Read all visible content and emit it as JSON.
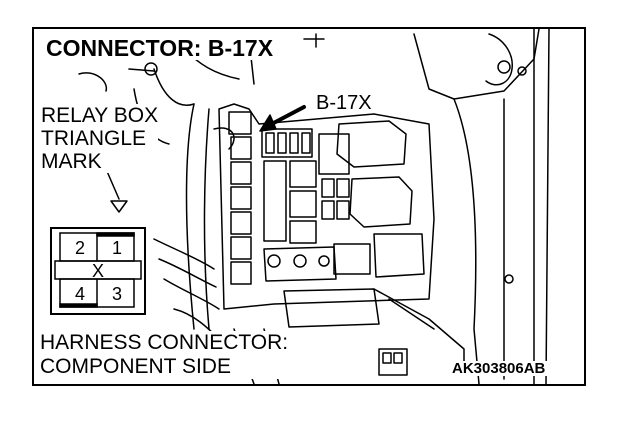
{
  "title": "CONNECTOR: B-17X",
  "relay_box_label": [
    "RELAY BOX",
    "TRIANGLE",
    "MARK"
  ],
  "connector_ref": "B-17X",
  "harness_label": [
    "HARNESS CONNECTOR:",
    "COMPONENT SIDE"
  ],
  "figure_code": "AK303806AB",
  "connector_pins": {
    "top_left": "2",
    "top_right": "1",
    "middle": "X",
    "bottom_left": "4",
    "bottom_right": "3"
  }
}
